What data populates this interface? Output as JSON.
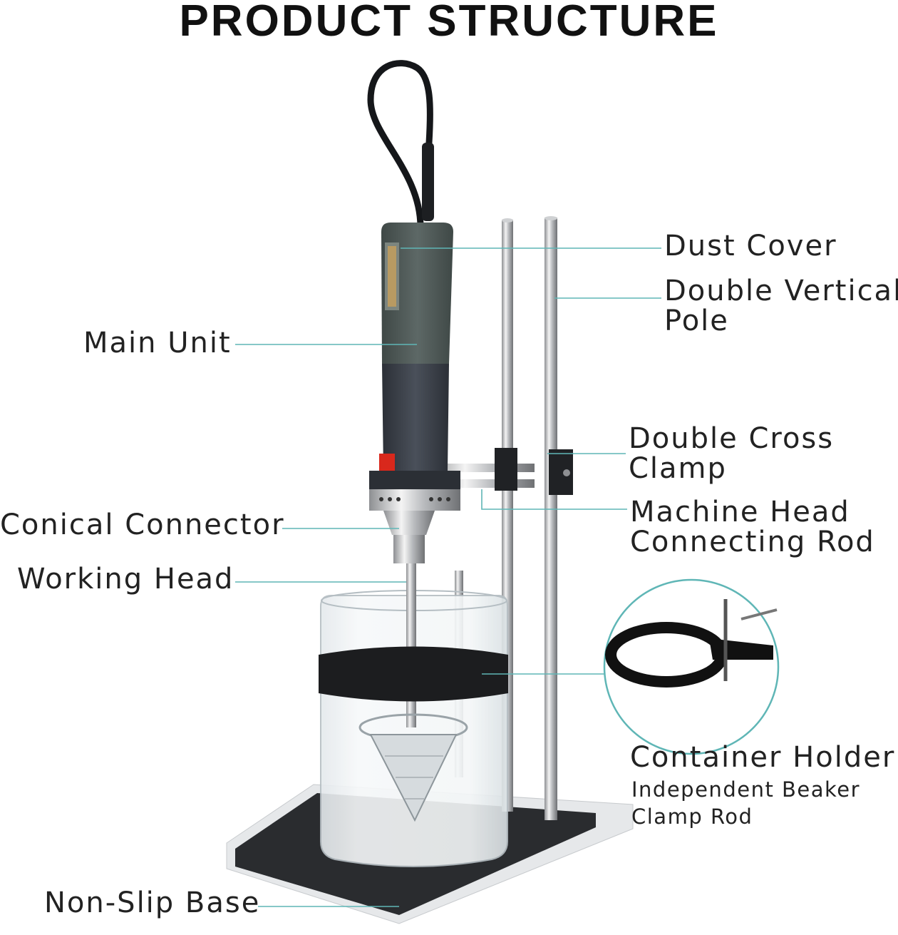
{
  "title": "PRODUCT STRUCTURE",
  "labels": {
    "dust_cover": "Dust Cover",
    "double_vertical_pole_1": "Double Vertical",
    "double_vertical_pole_2": "Pole",
    "main_unit": "Main Unit",
    "double_cross_clamp_1": "Double Cross",
    "double_cross_clamp_2": "Clamp",
    "machine_head_rod_1": "Machine Head",
    "machine_head_rod_2": "Connecting Rod",
    "conical_connector": "Conical Connector",
    "working_head": "Working Head",
    "container_holder": "Container Holder",
    "container_holder_sub_1": "Independent Beaker",
    "container_holder_sub_2": "Clamp Rod",
    "non_slip_base": "Non-Slip Base"
  },
  "colors": {
    "leader_line": "#5fb6b6",
    "unit_top": "#4f5a58",
    "unit_bottom": "#3b4048",
    "switch": "#d9281c",
    "base_pad": "#2a2c2f"
  }
}
